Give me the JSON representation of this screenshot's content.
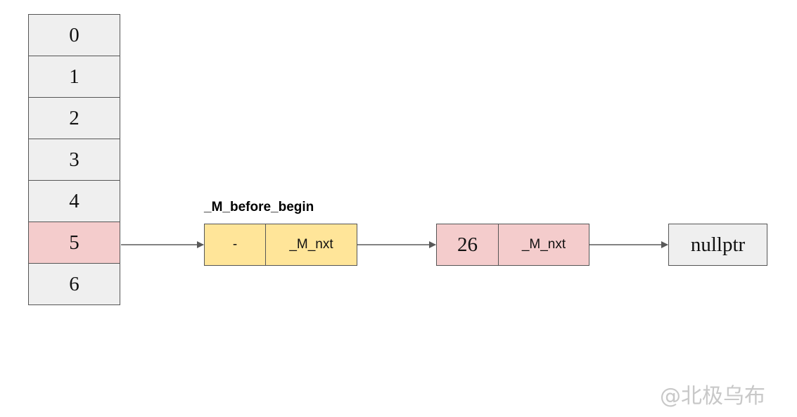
{
  "buckets": {
    "items": [
      {
        "label": "0"
      },
      {
        "label": "1"
      },
      {
        "label": "2"
      },
      {
        "label": "3"
      },
      {
        "label": "4"
      },
      {
        "label": "5"
      },
      {
        "label": "6"
      }
    ],
    "highlighted_index": 5
  },
  "before_begin_node": {
    "label": "_M_before_begin",
    "value": "-",
    "next": "_M_nxt"
  },
  "node": {
    "value": "26",
    "next": "_M_nxt"
  },
  "terminal": {
    "label": "nullptr"
  },
  "watermark": "@北极乌布",
  "colors": {
    "bucket_fill": "#efefef",
    "highlight_fill": "#f4cccc",
    "before_begin_fill": "#ffe599",
    "border": "#555555"
  }
}
